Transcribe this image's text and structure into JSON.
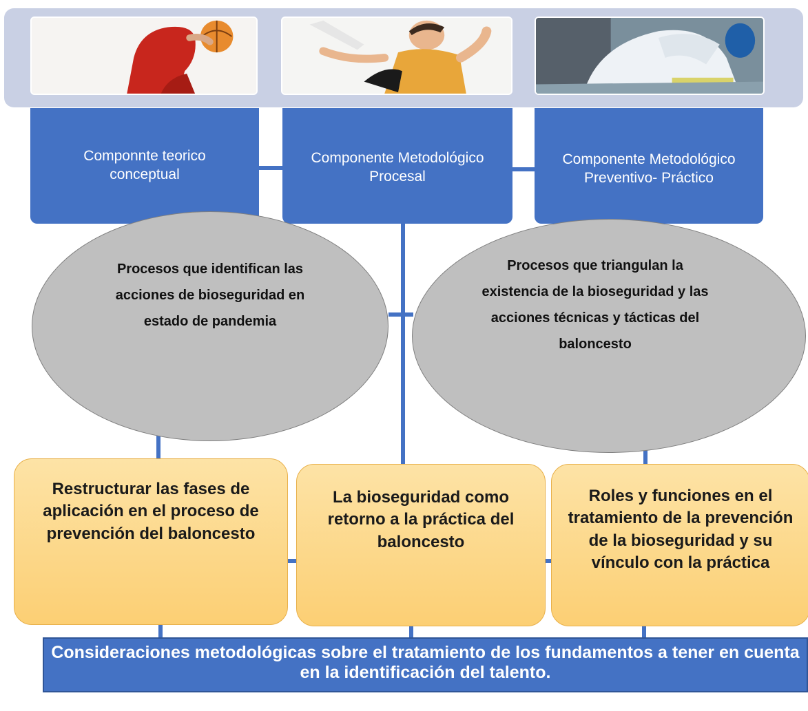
{
  "components": [
    {
      "label": "Componnte teorico conceptual"
    },
    {
      "label": "Componente Metodológico Procesal"
    },
    {
      "label": "Componente Metodológico Preventivo- Práctico"
    }
  ],
  "processes": [
    {
      "text": "Procesos que identifican las acciones de bioseguridad en estado de pandemia"
    },
    {
      "text": "Procesos que triangulan la existencia de la bioseguridad y las acciones técnicas y tácticas del baloncesto"
    }
  ],
  "actions": [
    {
      "text": "Restructurar las fases de aplicación en el proceso de prevención del baloncesto"
    },
    {
      "text": "La bioseguridad como retorno a la práctica del baloncesto"
    },
    {
      "text": "Roles y funciones en el tratamiento de la prevención de la bioseguridad y su vínculo con la práctica"
    }
  ],
  "conclusion": {
    "text": "Consideraciones metodológicas sobre el tratamiento de los fundamentos a tener en cuenta en la identificación del talento."
  },
  "colors": {
    "component_fill": "#4472c4",
    "process_fill": "#bfbfbf",
    "action_fill": "#fccf74",
    "band_fill": "#c9d0e4"
  },
  "images": [
    {
      "icon": "basketball-player-red-image"
    },
    {
      "icon": "basketball-dunk-player-image"
    },
    {
      "icon": "biosafety-laboratory-image"
    }
  ]
}
